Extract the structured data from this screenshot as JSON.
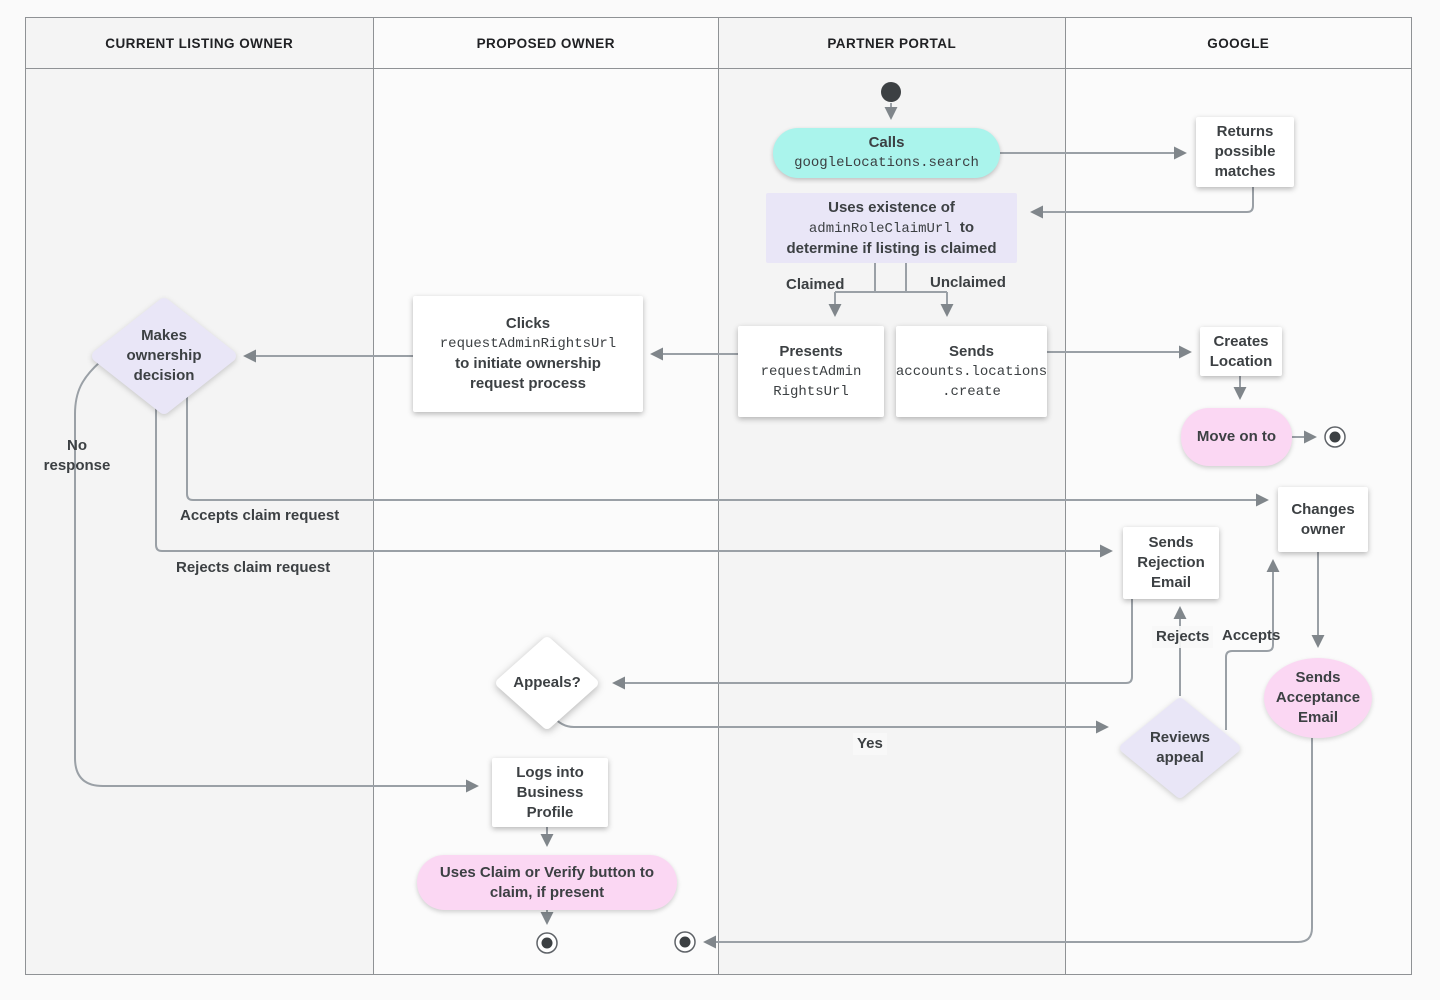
{
  "header": {
    "lanes": [
      "CURRENT LISTING OWNER",
      "PROPOSED OWNER",
      "PARTNER PORTAL",
      "GOOGLE"
    ]
  },
  "nodes": {
    "calls": {
      "title": "Calls",
      "code": "googleLocations.search"
    },
    "returns_matches": {
      "text": "Returns possible matches"
    },
    "uses_existence": {
      "line1": "Uses existence of",
      "code": "adminRoleClaimUrl",
      "line2_suffix": "to",
      "line3": "determine if listing is claimed"
    },
    "presents": {
      "title": "Presents",
      "code_line1": "requestAdmin",
      "code_line2": "RightsUrl"
    },
    "sends_create": {
      "title": "Sends",
      "code_line1": "accounts.locations",
      "code_line2": ".create"
    },
    "clicks": {
      "title": "Clicks",
      "code": "requestAdminRightsUrl",
      "line3": "to initiate ownership",
      "line4": "request process"
    },
    "makes_decision": {
      "text": "Makes ownership decision"
    },
    "creates_location": {
      "text": "Creates Location"
    },
    "move_on": {
      "text": "Move on to"
    },
    "changes_owner": {
      "text": "Changes owner"
    },
    "sends_rejection": {
      "text": "Sends Rejection Email"
    },
    "sends_acceptance": {
      "text": "Sends Acceptance Email"
    },
    "reviews_appeal": {
      "text": "Reviews appeal"
    },
    "appeals": {
      "text": "Appeals?"
    },
    "logs_into": {
      "text": "Logs into Business Profile"
    },
    "uses_claim": {
      "text": "Uses Claim or Verify button to claim, if present"
    }
  },
  "edge_labels": {
    "claimed": "Claimed",
    "unclaimed": "Unclaimed",
    "no_response": "No response",
    "accepts_claim": "Accepts claim request",
    "rejects_claim": "Rejects claim request",
    "rejects": "Rejects",
    "accepts": "Accepts",
    "yes": "Yes"
  },
  "colors": {
    "teal": "#aaf4ec",
    "purple": "#e9e6f7",
    "pink": "#fbd7f3",
    "line": "#9aa0a6",
    "arrow": "#80868b",
    "text": "#3c4043",
    "lane_a": "#f4f4f4",
    "lane_b": "#fbfbfb",
    "border": "#8f9295"
  }
}
